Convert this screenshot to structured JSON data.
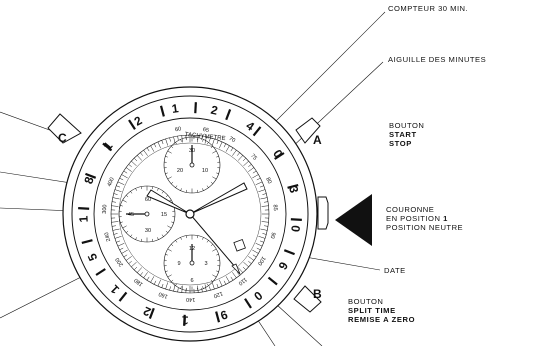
{
  "labels": {
    "counter": "COMPTEUR 30 MIN.",
    "minute_hand": "AIGUILLE DES MINUTES",
    "button_a": {
      "line1": "BOUTON",
      "line2": "START",
      "line3": "STOP"
    },
    "crown": {
      "line1": "COURONNE",
      "line2": "EN POSITION",
      "line2_num": "1",
      "line3": "POSITION NEUTRE"
    },
    "date": "DATE",
    "button_b": {
      "line1": "BOUTON",
      "line2": "SPLIT TIME",
      "line3": "REMISE A ZERO"
    }
  },
  "button_letters": {
    "a": "A",
    "b": "B",
    "c": "C"
  },
  "dial": {
    "tachymetre_label": "TACHYMETRE",
    "bezel_numerals": [
      "1",
      "2",
      "4",
      "0",
      "3",
      "0",
      "6",
      "0",
      "9",
      "1",
      "2",
      "1",
      "5",
      "1",
      "8",
      "1",
      "2"
    ],
    "tachy_scale": [
      "60",
      "65",
      "70",
      "75",
      "80",
      "85",
      "90",
      "100",
      "110",
      "120",
      "140",
      "160",
      "180",
      "200",
      "240",
      "300",
      "400"
    ],
    "subdial_top": [
      "30",
      "20",
      "10"
    ],
    "subdial_left": [
      "60",
      "45",
      "15",
      "30"
    ],
    "subdial_bottom": [
      "12",
      "9",
      "3",
      "6"
    ]
  }
}
